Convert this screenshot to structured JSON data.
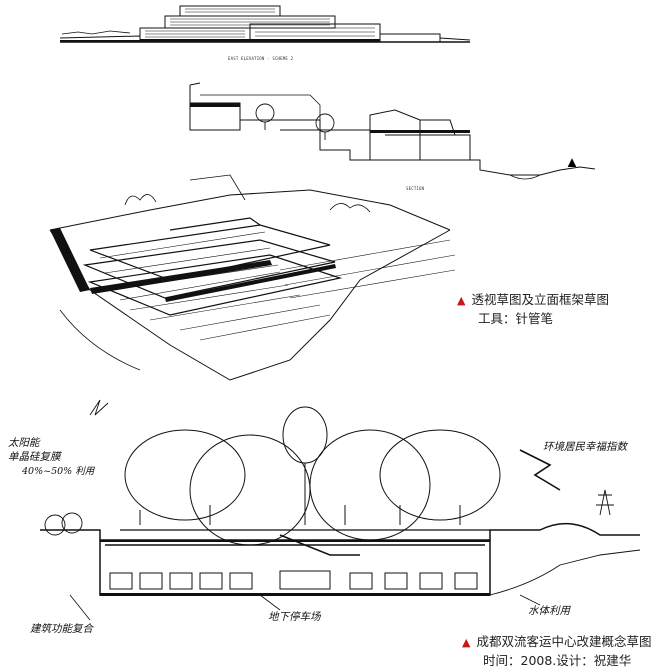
{
  "top_sketch": {
    "elevation_label": "EAST ELEVATION - SCHEME 2",
    "section_label": "SECTION",
    "caption_line1": "透视草图及立面框架草图",
    "caption_line2": "工具：针管笔"
  },
  "bottom_sketch": {
    "annotations": {
      "solar_line1": "太阳能",
      "solar_line2": "单晶硅复膜",
      "solar_line3": "40%~50% 利用",
      "wellbeing": "环境居民幸福指数",
      "complex": "建筑功能复合",
      "parking": "地下停车场",
      "water": "水体利用"
    },
    "caption_line1": "成都双流客运中心改建概念草图",
    "caption_line2": "时间：2008.设计：祝建华"
  },
  "colors": {
    "accent": "#c4161c",
    "ink": "#111111"
  }
}
